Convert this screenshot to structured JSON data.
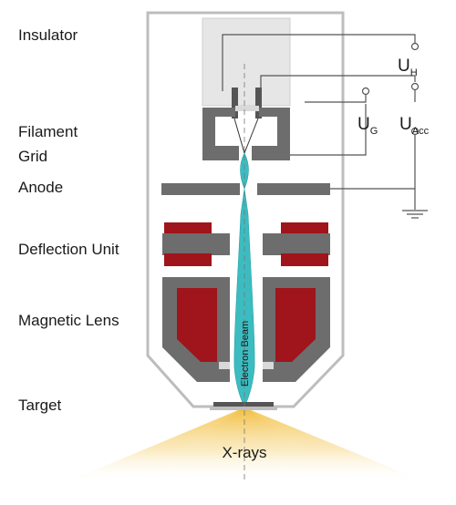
{
  "labels": {
    "insulator": "Insulator",
    "filament": "Filament",
    "grid": "Grid",
    "anode": "Anode",
    "deflection_unit": "Deflection Unit",
    "magnetic_lens": "Magnetic Lens",
    "target": "Target",
    "xrays": "X-rays",
    "electron_beam": "Electron Beam"
  },
  "voltages": {
    "heater": {
      "symbol": "U",
      "subscript": "H"
    },
    "grid": {
      "symbol": "U",
      "subscript": "G"
    },
    "acceleration": {
      "symbol": "U",
      "subscript": "Acc"
    }
  },
  "colors": {
    "housing": "#bdbdbd",
    "insulator": "#e6e6e6",
    "metal": "#6d6d6d",
    "coil": "#a0141b",
    "beam": "#3cbcc0",
    "xray_glow": "#f3c349"
  }
}
